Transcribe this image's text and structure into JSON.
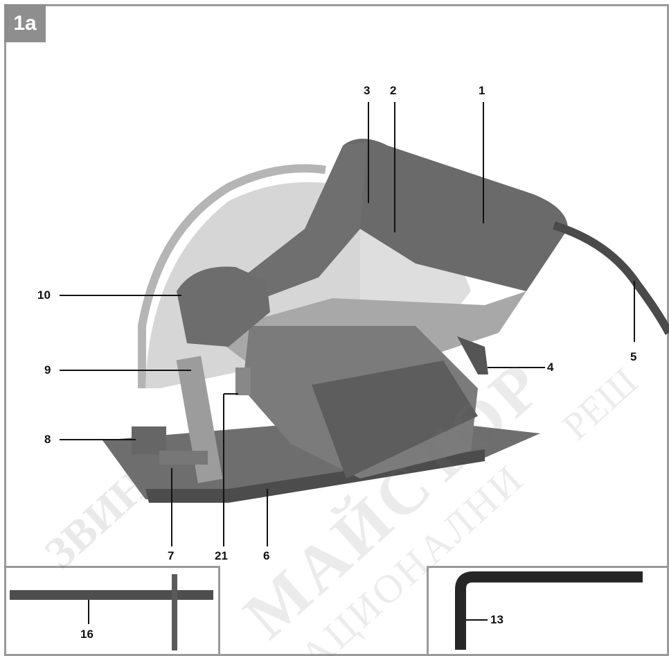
{
  "figure": {
    "id": "1a"
  },
  "callouts": [
    "1",
    "2",
    "3",
    "4",
    "5",
    "6",
    "7",
    "8",
    "9",
    "10",
    "21",
    "16",
    "13"
  ],
  "watermark": {
    "lines": [
      "ЗВИН",
      "АЦИОНАЛНИ",
      "МАЙСТОР",
      "РЕШ"
    ]
  },
  "insets": [
    {
      "name": "parallel-guide",
      "callout": "16"
    },
    {
      "name": "allen-key",
      "callout": "13"
    }
  ]
}
